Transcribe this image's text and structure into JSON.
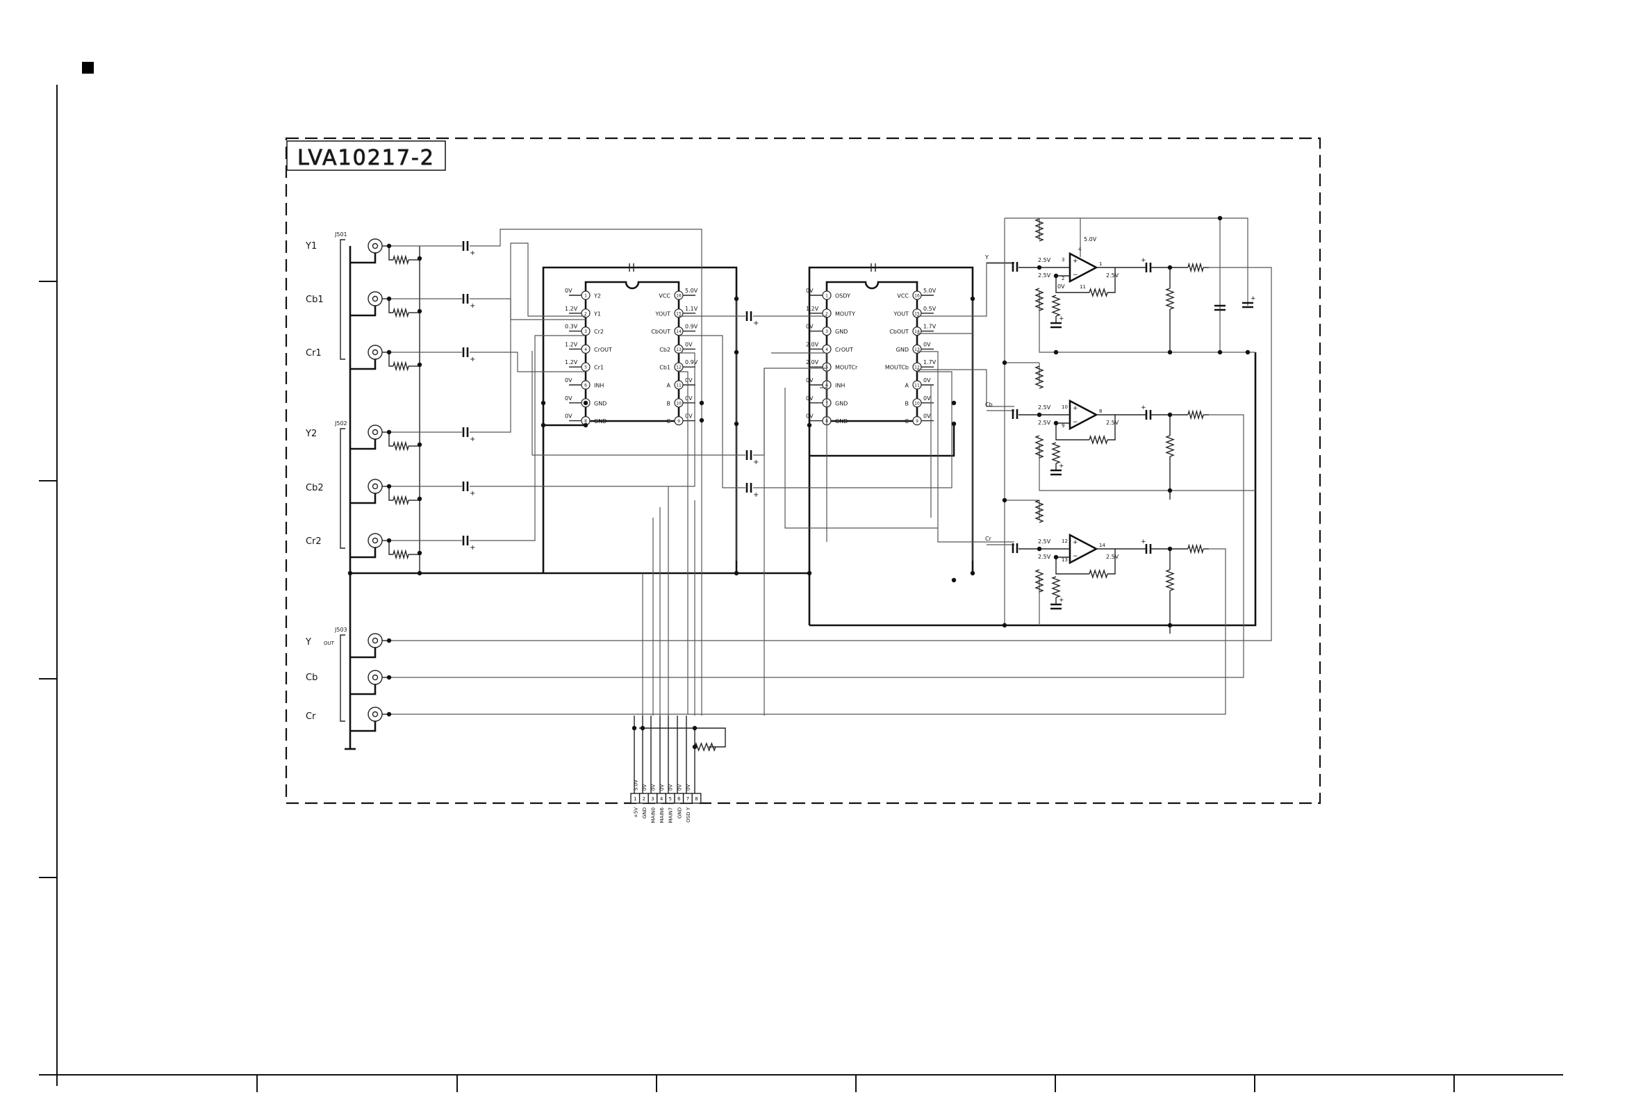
{
  "board": {
    "title": "LVA10217-2"
  },
  "jacks": {
    "j501": {
      "ref": "J501",
      "labels": [
        "Y1",
        "Cb1",
        "Cr1"
      ]
    },
    "j502": {
      "ref": "J502",
      "labels": [
        "Y2",
        "Cb2",
        "Cr2"
      ]
    },
    "j503": {
      "ref": "J503",
      "labels": [
        "Y",
        "Cb",
        "Cr"
      ],
      "out_tag": "OUT"
    }
  },
  "ic1": {
    "left": [
      {
        "num": "1",
        "name": "Y2",
        "v": "0V"
      },
      {
        "num": "2",
        "name": "Y1",
        "v": "1.2V"
      },
      {
        "num": "3",
        "name": "Cr2",
        "v": "0.3V"
      },
      {
        "num": "4",
        "name": "CrOUT",
        "v": "1.2V"
      },
      {
        "num": "5",
        "name": "Cr1",
        "v": "1.2V"
      },
      {
        "num": "6",
        "name": "INH",
        "v": "0V"
      },
      {
        "num": "7",
        "name": "GND",
        "v": "0V"
      },
      {
        "num": "8",
        "name": "GND",
        "v": "0V"
      }
    ],
    "right": [
      {
        "num": "16",
        "name": "VCC",
        "v": "5.0V"
      },
      {
        "num": "15",
        "name": "YOUT",
        "v": "1.1V"
      },
      {
        "num": "14",
        "name": "CbOUT",
        "v": "0.9V"
      },
      {
        "num": "13",
        "name": "Cb2",
        "v": "0V"
      },
      {
        "num": "12",
        "name": "Cb1",
        "v": "0.9V"
      },
      {
        "num": "11",
        "name": "A",
        "v": "0V"
      },
      {
        "num": "10",
        "name": "B",
        "v": "0V"
      },
      {
        "num": "9",
        "name": "C",
        "v": "0V"
      }
    ]
  },
  "ic2": {
    "left": [
      {
        "num": "1",
        "name": "OSDY",
        "v": "0V"
      },
      {
        "num": "2",
        "name": "MOUTY",
        "v": "1.2V"
      },
      {
        "num": "3",
        "name": "GND",
        "v": "0V"
      },
      {
        "num": "4",
        "name": "CrOUT",
        "v": "2.0V"
      },
      {
        "num": "5",
        "name": "MOUTCr",
        "v": "2.0V"
      },
      {
        "num": "6",
        "name": "INH",
        "v": "0V"
      },
      {
        "num": "7",
        "name": "GND",
        "v": "0V"
      },
      {
        "num": "8",
        "name": "GND",
        "v": "0V"
      }
    ],
    "right": [
      {
        "num": "16",
        "name": "VCC",
        "v": "5.0V"
      },
      {
        "num": "15",
        "name": "YOUT",
        "v": "0.5V"
      },
      {
        "num": "14",
        "name": "CbOUT",
        "v": "1.7V"
      },
      {
        "num": "13",
        "name": "GND",
        "v": "0V"
      },
      {
        "num": "12",
        "name": "MOUTCb",
        "v": "1.7V"
      },
      {
        "num": "11",
        "name": "A",
        "v": "0V"
      },
      {
        "num": "10",
        "name": "B",
        "v": "0V"
      },
      {
        "num": "9",
        "name": "C",
        "v": "0V"
      }
    ]
  },
  "amps": {
    "a1": {
      "in": "Y",
      "vcc": "5.0V",
      "vplus": "2.5V",
      "vminus": "2.5V",
      "vout": "2.5V",
      "gnd_v": "0V",
      "p_plus": "3",
      "p_minus": "2",
      "p_out": "1",
      "p_vcc": "4",
      "p_gnd": "11"
    },
    "a2": {
      "in": "Cb",
      "vplus": "2.5V",
      "vminus": "2.5V",
      "vout": "2.5V",
      "p_plus": "10",
      "p_minus": "9",
      "p_out": "8"
    },
    "a3": {
      "in": "Cr",
      "vplus": "2.5V",
      "vminus": "2.5V",
      "vout": "2.5V",
      "p_plus": "12",
      "p_minus": "13",
      "p_out": "14"
    }
  },
  "connector": {
    "pins": [
      {
        "num": "1",
        "v": "5.0V",
        "name": "+5V"
      },
      {
        "num": "2",
        "v": "0V",
        "name": "GND"
      },
      {
        "num": "3",
        "v": "0V",
        "name": "MAIN0"
      },
      {
        "num": "4",
        "v": "0V",
        "name": "MAIN6"
      },
      {
        "num": "5",
        "v": "0V",
        "name": "MAIN7"
      },
      {
        "num": "6",
        "v": "0V",
        "name": "GND"
      },
      {
        "num": "7",
        "v": "0V",
        "name": "OSD Y"
      },
      {
        "num": "8",
        "v": "",
        "name": ""
      }
    ]
  },
  "marks": {
    "plus": "+"
  },
  "colors": {
    "ink": "#111111",
    "paper": "#ffffff"
  }
}
